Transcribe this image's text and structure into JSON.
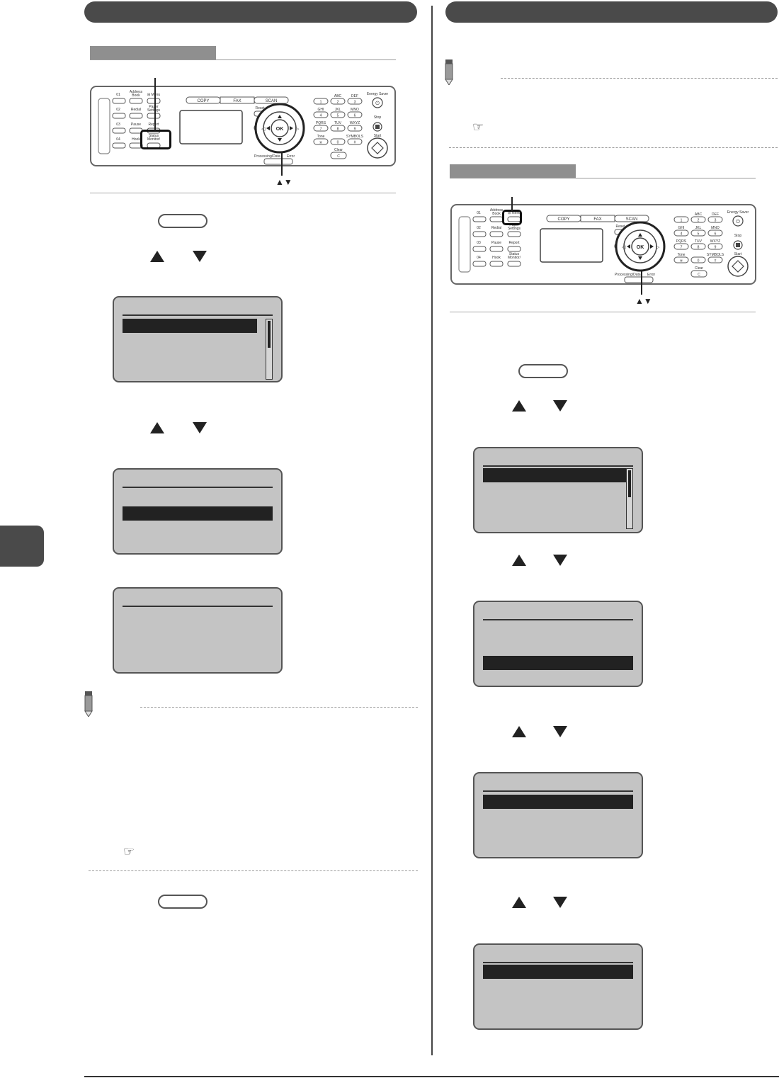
{
  "panel": {
    "one_touch": [
      "01",
      "02",
      "03",
      "04"
    ],
    "address_book": "Address Book",
    "menu_button": "⊞ Menu",
    "paper_settings": "Paper Settings",
    "redial": "Redial",
    "pause": "Pause",
    "report": "Report",
    "hook": "Hook",
    "status_monitor": "Status Monitor/ Cancel",
    "mode_copy": "COPY",
    "mode_fax": "FAX",
    "mode_scan": "SCAN",
    "reset": "Reset",
    "back": "Back",
    "ok": "OK",
    "processing": "Processing/Data",
    "error": "Error",
    "keypad": [
      {
        "key": "1",
        "letters": ""
      },
      {
        "key": "2",
        "letters": "ABC"
      },
      {
        "key": "3",
        "letters": "DEF"
      },
      {
        "key": "4",
        "letters": "GHI"
      },
      {
        "key": "5",
        "letters": "JKL"
      },
      {
        "key": "6",
        "letters": "MNO"
      },
      {
        "key": "7",
        "letters": "PQRS"
      },
      {
        "key": "8",
        "letters": "TUV"
      },
      {
        "key": "9",
        "letters": "WXYZ"
      },
      {
        "key": "※",
        "letters": "Tone"
      },
      {
        "key": "0",
        "letters": ""
      },
      {
        "key": "#",
        "letters": "SYMBOLS"
      }
    ],
    "clear": "Clear",
    "clear_key": "C",
    "energy_saver": "Energy Saver",
    "stop": "Stop",
    "start": "Start",
    "arrows_caption": "▲▼"
  },
  "icons": {
    "reference": "reference-pointing-hand-icon",
    "note": "pencil-note-icon",
    "cursor_up": "triangle-up-icon",
    "cursor_down": "triangle-down-icon"
  },
  "colors": {
    "header_bar": "#4a4a4a",
    "section_tab": "#8f8f8f",
    "lcd_background": "#c4c4c4",
    "lcd_highlight": "#222222"
  }
}
